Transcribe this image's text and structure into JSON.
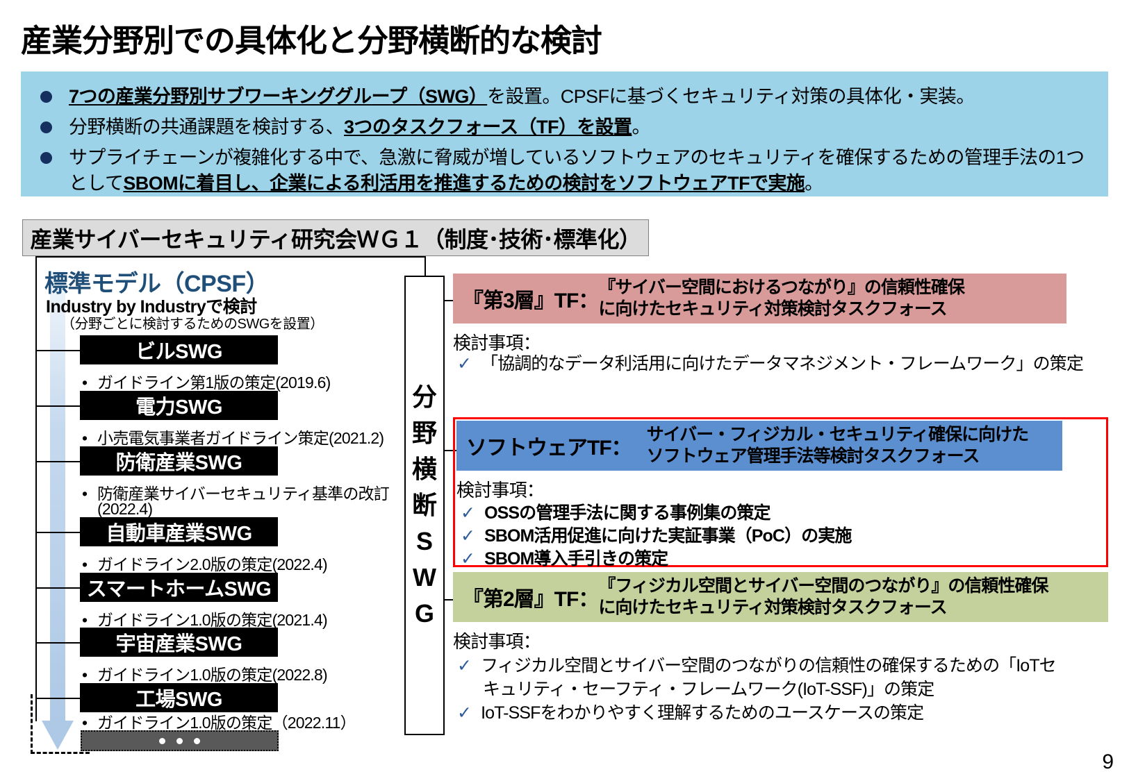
{
  "title": "産業分野別での具体化と分野横断的な検討",
  "page_number": "9",
  "banner": {
    "bg_color": "#9DD3E8",
    "bullets": [
      {
        "parts": [
          {
            "text": "7つの産業分野別サブワーキンググループ（SWG）",
            "style": "underline-bold"
          },
          {
            "text": "を設置。CPSFに基づくセキュリティ対策の具体化・実装。",
            "style": "normal"
          }
        ]
      },
      {
        "parts": [
          {
            "text": "分野横断の共通課題を検討する、",
            "style": "normal"
          },
          {
            "text": "3つのタスクフォース（TF）を設置",
            "style": "underline-bold"
          },
          {
            "text": "。",
            "style": "normal"
          }
        ]
      },
      {
        "parts": [
          {
            "text": "サプライチェーンが複雑化する中で、急激に脅威が増しているソフトウェアのセキュリティを確保するための管理手法の1つとして",
            "style": "normal"
          },
          {
            "text": "SBOMに着目し、企業による利活用を推進するための検討をソフトウェアTFで実施",
            "style": "underline-bold"
          },
          {
            "text": "。",
            "style": "normal"
          }
        ]
      }
    ]
  },
  "wg1": {
    "header": "産業サイバーセキュリティ研究会ＷＧ１（制度･技術･標準化）",
    "header_bg": "#DCDCDC"
  },
  "cpsf": {
    "title": "標準モデル（CPSF）",
    "title_color": "#1F4E79",
    "subtitle": "Industry by Industryで検討",
    "note": "（分野ごとに検討するためのSWGを設置）"
  },
  "swg_list": [
    {
      "name": "ビルSWG",
      "note": "ガイドライン第1版の策定(2019.6)"
    },
    {
      "name": "電力SWG",
      "note": "小売電気事業者ガイドライン策定(2021.2)"
    },
    {
      "name": "防衛産業SWG",
      "note": "防衛産業サイバーセキュリティ基準の改訂",
      "note2": "(2022.4)"
    },
    {
      "name": "自動車産業SWG",
      "note": "ガイドライン2.0版の策定(2022.4)"
    },
    {
      "name": "スマートホームSWG",
      "note": "ガイドライン1.0版の策定(2021.4)"
    },
    {
      "name": "宇宙産業SWG",
      "note": "ガイドライン1.0版の策定(2022.8)"
    },
    {
      "name": "工場SWG",
      "note": "ガイドライン1.0版の策定（2022.11）"
    }
  ],
  "more_bar": {
    "dots": "•••"
  },
  "vertical_column": {
    "chars": [
      "分",
      "野",
      "横",
      "断",
      "S",
      "W",
      "G"
    ]
  },
  "tf_blocks": [
    {
      "id": "layer3",
      "bg_color": "#D99A9A",
      "lead": "『第3層』TF：",
      "body_line1": "『サイバー空間におけるつながり』の信頼性確保",
      "body_line2": "に向けたセキュリティ対策検討タスクフォース",
      "kentou_label": "検討事項：",
      "items": [
        "「協調的なデータ利活用に向けたデータマネジメント・フレームワーク」の策定"
      ]
    },
    {
      "id": "software",
      "bg_color": "#5B8FD0",
      "frame_color": "#FF0000",
      "lead": "ソフトウェアTF：",
      "body_line1": "サイバー・フィジカル・セキュリティ確保に向けた",
      "body_line2": "ソフトウェア管理手法等検討タスクフォース",
      "kentou_label": "検討事項：",
      "items": [
        "OSSの管理手法に関する事例集の策定",
        "SBOM活用促進に向けた実証事業（PoC）の実施",
        "SBOM導入手引きの策定"
      ]
    },
    {
      "id": "layer2",
      "bg_color": "#C4D19C",
      "lead": "『第2層』TF：",
      "body_line1": "『フィジカル空間とサイバー空間のつながり』の信頼性確保",
      "body_line2": "に向けたセキュリティ対策検討タスクフォース",
      "kentou_label": "検討事項：",
      "items": [
        "フィジカル空間とサイバー空間のつながりの信頼性の確保するための「IoTセ",
        "キュリティ・セーフティ・フレームワーク(IoT-SSF)」の策定",
        "IoT-SSFをわかりやすく理解するためのユースケースの策定"
      ]
    }
  ]
}
